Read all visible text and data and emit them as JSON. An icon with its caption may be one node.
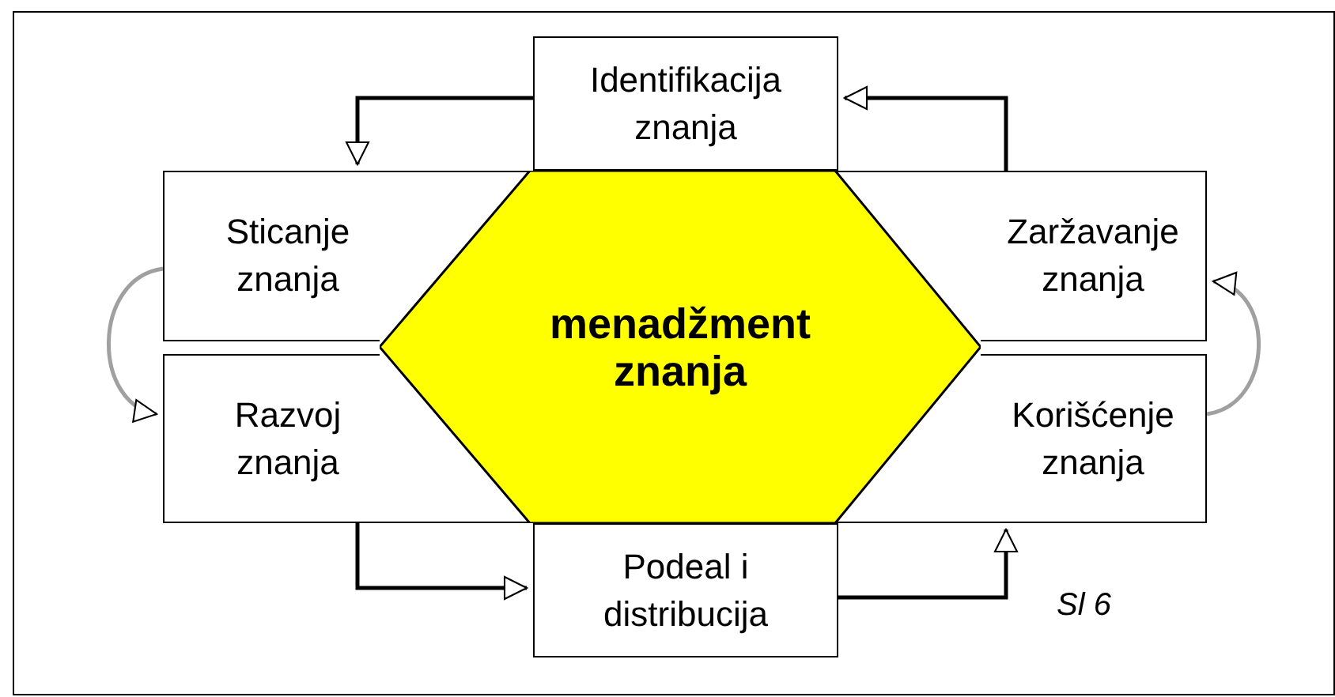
{
  "diagram": {
    "nodes": [
      {
        "text": [
          "Identifikacija znanja"
        ]
      },
      {
        "text": [
          "Sticanje znanja"
        ]
      },
      {
        "text": [
          "Zaržavanje znanja"
        ]
      },
      {
        "text": [
          "menadžment znanja"
        ]
      },
      {
        "text": [
          "Razvoj znanja"
        ]
      },
      {
        "text": [
          "Korišćenje znanja"
        ]
      },
      {
        "text": [
          "Podeal i distribucija"
        ]
      }
    ],
    "edges": [
      {
        "from": 0,
        "to": 1,
        "arrow": "to"
      },
      {
        "from": 1,
        "to": 4,
        "arrow": "to",
        "color": "#a0a0a0"
      },
      {
        "from": 4,
        "to": 6,
        "arrow": "to"
      },
      {
        "from": 6,
        "to": 5,
        "arrow": "to"
      },
      {
        "from": 5,
        "to": 2,
        "arrow": "to",
        "color": "#a0a0a0"
      },
      {
        "from": 2,
        "to": 0,
        "arrow": "to"
      }
    ],
    "labels": [
      "Sl 6"
    ]
  }
}
